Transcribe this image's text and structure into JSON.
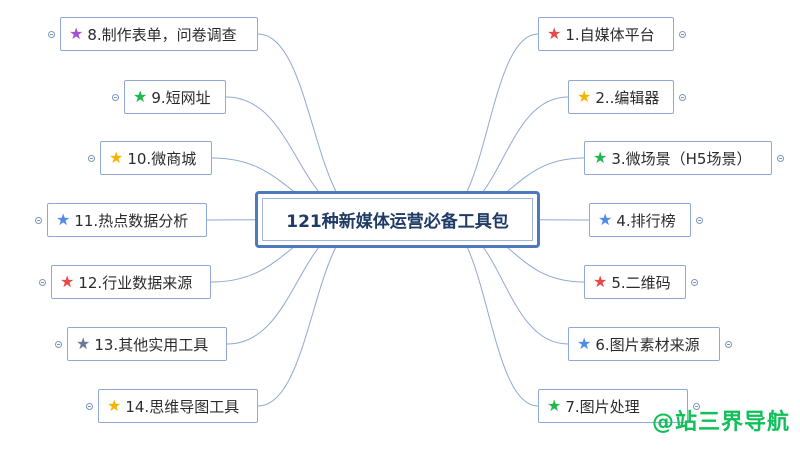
{
  "center": {
    "label": "121种新媒体运营必备工具包"
  },
  "left_nodes": [
    {
      "label": "8.制作表单，问卷调查",
      "star_color": "#a64fd6"
    },
    {
      "label": "9.短网址",
      "star_color": "#1fb84f"
    },
    {
      "label": "10.微商城",
      "star_color": "#f5b400"
    },
    {
      "label": "11.热点数据分析",
      "star_color": "#4f8be8"
    },
    {
      "label": "12.行业数据来源",
      "star_color": "#e84848"
    },
    {
      "label": "13.其他实用工具",
      "star_color": "#6b7a95"
    },
    {
      "label": "14.思维导图工具",
      "star_color": "#f5b400"
    }
  ],
  "right_nodes": [
    {
      "label": "1.自媒体平台",
      "star_color": "#e84848"
    },
    {
      "label": "2..编辑器",
      "star_color": "#f5b400"
    },
    {
      "label": "3.微场景（H5场景）",
      "star_color": "#1fb84f"
    },
    {
      "label": "4.排行榜",
      "star_color": "#4f8be8"
    },
    {
      "label": "5.二维码",
      "star_color": "#e84848"
    },
    {
      "label": "6.图片素材来源",
      "star_color": "#4f8be8"
    },
    {
      "label": "7.图片处理",
      "star_color": "#1fb84f"
    }
  ],
  "watermark": "@站三界导航",
  "colors": {
    "connector": "#8ea9d4",
    "border": "#4d79bd"
  }
}
